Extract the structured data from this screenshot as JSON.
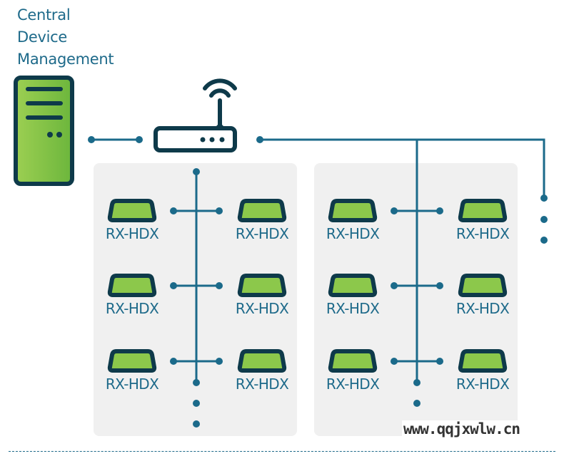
{
  "title": {
    "line1": "Central",
    "line2": "Device",
    "line3": "Management"
  },
  "colors": {
    "line": "#1b6a8a",
    "device_outline": "#0e3a4a",
    "device_fill": "#8cc84b",
    "label": "#1e6a8a",
    "panel": "#f0f0f0"
  },
  "icons": {
    "server": "server-tower-icon",
    "router": "wifi-router-icon",
    "receiver": "receiver-device-icon"
  },
  "groups": [
    {
      "name": "group-1",
      "receivers": [
        {
          "label": "RX-HDX"
        },
        {
          "label": "RX-HDX"
        },
        {
          "label": "RX-HDX"
        },
        {
          "label": "RX-HDX"
        },
        {
          "label": "RX-HDX"
        },
        {
          "label": "RX-HDX"
        }
      ]
    },
    {
      "name": "group-2",
      "receivers": [
        {
          "label": "RX-HDX"
        },
        {
          "label": "RX-HDX"
        },
        {
          "label": "RX-HDX"
        },
        {
          "label": "RX-HDX"
        },
        {
          "label": "RX-HDX"
        },
        {
          "label": "RX-HDX"
        }
      ]
    }
  ],
  "watermark": "www.qqjxwlw.cn"
}
